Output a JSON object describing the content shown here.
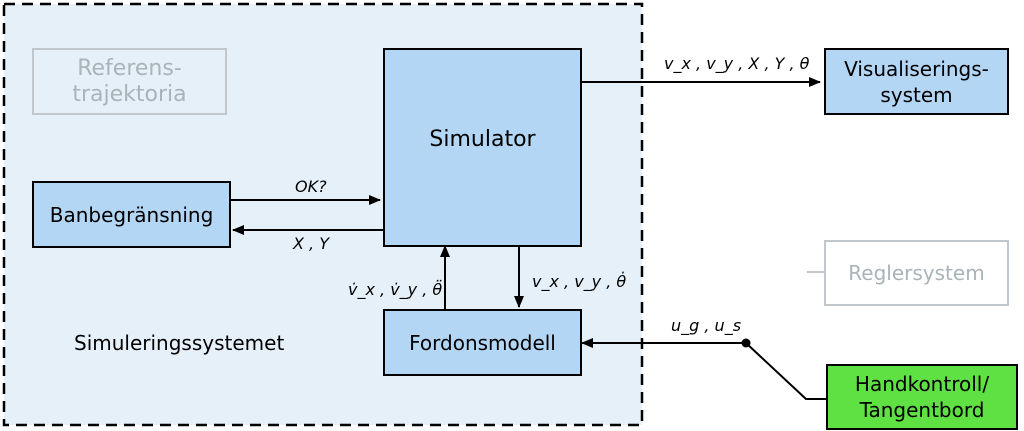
{
  "diagram": {
    "container_label": "Simuleringssystemet",
    "nodes": {
      "referens": [
        "Referens-",
        "trajektoria"
      ],
      "simulator": "Simulator",
      "banbegransning": "Banbegränsning",
      "fordonsmodell": "Fordonsmodell",
      "visualisering": [
        "Visualiserings-",
        "system"
      ],
      "reglersystem": "Reglersystem",
      "handkontroll": [
        "Handkontroll/",
        "Tangentbord"
      ]
    },
    "edges": {
      "sim_to_vis": "v_x , v_y , X , Y , θ",
      "ban_to_sim": "OK?",
      "sim_to_ban": "X , Y",
      "ford_to_sim": "v̇_x , v̇_y , θ̈",
      "sim_to_ford": "v_x , v_y , θ̇",
      "input_to_ford": "u_g , u_s"
    },
    "colors": {
      "block_fill": "#b3d6f5",
      "container_fill": "#e6f0f9",
      "ghost_stroke": "#c0c8cd",
      "ghost_text": "#a9b4ba",
      "input_fill": "#5fe043"
    }
  }
}
